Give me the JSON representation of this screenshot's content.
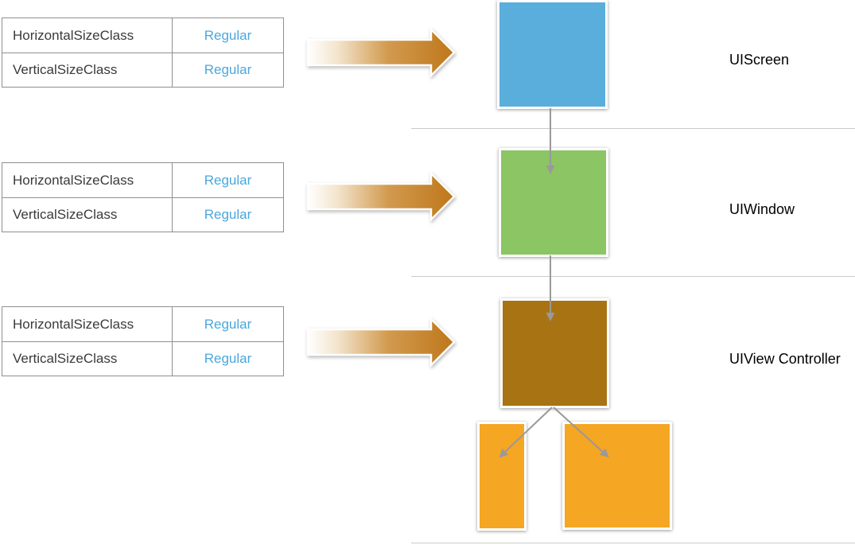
{
  "diagram": {
    "sections": [
      {
        "label": "UIScreen",
        "size_classes": [
          {
            "property": "HorizontalSizeClass",
            "value": "Regular"
          },
          {
            "property": "VerticalSizeClass",
            "value": "Regular"
          }
        ]
      },
      {
        "label": "UIWindow",
        "size_classes": [
          {
            "property": "HorizontalSizeClass",
            "value": "Regular"
          },
          {
            "property": "VerticalSizeClass",
            "value": "Regular"
          }
        ]
      },
      {
        "label": "UIView Controller",
        "size_classes": [
          {
            "property": "HorizontalSizeClass",
            "value": "Regular"
          },
          {
            "property": "VerticalSizeClass",
            "value": "Regular"
          }
        ]
      }
    ],
    "colors": {
      "uiscreen_box": "#5AAEDC",
      "uiwindow_box": "#8CC563",
      "uiviewcontroller_box": "#A87313",
      "child_view_box": "#F5A623",
      "value_text": "#4BA7DC",
      "property_text": "#3A3A3A",
      "label_text": "#000000",
      "flow_arrow_start": "#FFFFFF",
      "flow_arrow_mid": "#D29A4E",
      "flow_arrow_end": "#BE771A",
      "connector": "#999999",
      "separator_line": "#CACACA"
    },
    "icons": {
      "flow_arrow": "right-arrow",
      "hierarchy_arrow": "down-arrow"
    }
  }
}
